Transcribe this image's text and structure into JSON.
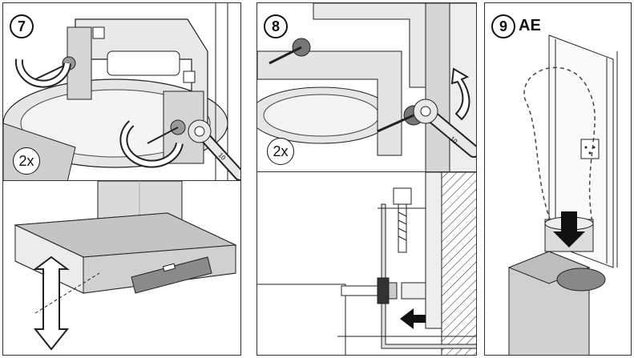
{
  "steps": [
    {
      "number": "7",
      "count": "2x"
    },
    {
      "number": "8",
      "count": "2x"
    },
    {
      "number": "9",
      "suffix": "AE"
    }
  ],
  "wrench_size": "10",
  "colors": {
    "line": "#222222",
    "tone_light": "#dcdcdc",
    "tone_mid": "#bdbdbd",
    "tone_dark": "#8a8a8a",
    "bg": "#ffffff"
  }
}
